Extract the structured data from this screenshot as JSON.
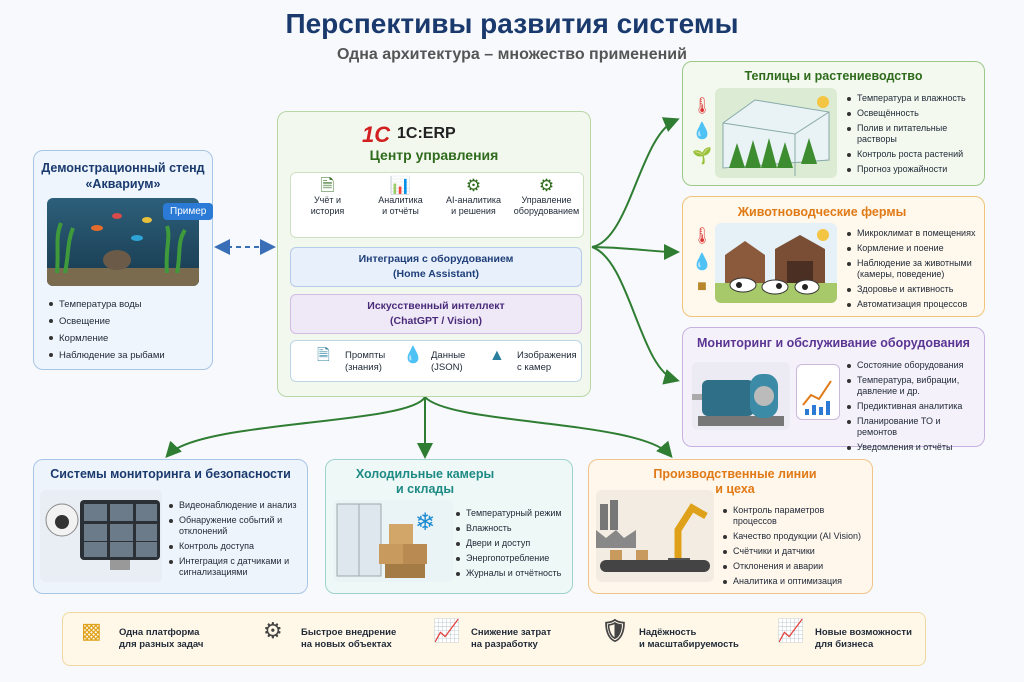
{
  "header": {
    "title": "Перспективы развития системы",
    "subtitle": "Одна архитектура – множество применений"
  },
  "center": {
    "logo": "1С",
    "product": "1С:ERP",
    "title": "Центр управления",
    "tiles": [
      {
        "label": "Учёт и\nистория",
        "icon": "document-icon"
      },
      {
        "label": "Аналитика\nи отчёты",
        "icon": "bar-chart-icon"
      },
      {
        "label": "AI-аналитика\nи решения",
        "icon": "gear-icon"
      },
      {
        "label": "Управление\nоборудованием",
        "icon": "gear-icon"
      }
    ],
    "integration": {
      "line1": "Интеграция с оборудованием",
      "line2": "(Home Assistant)"
    },
    "ai": {
      "line1": "Искусственный интеллект",
      "line2": "(ChatGPT / Vision)"
    },
    "inputs": [
      {
        "label": "Промпты\n(знания)",
        "icon": "document-icon"
      },
      {
        "label": "Данные\n(JSON)",
        "icon": "droplet-icon"
      },
      {
        "label": "Изображения\nс камер",
        "icon": "image-icon"
      }
    ]
  },
  "demo": {
    "title_line1": "Демонстрационный стенд",
    "title_line2": "«Аквариум»",
    "badge": "Пример",
    "items": [
      "Температура воды",
      "Освещение",
      "Кормление",
      "Наблюдение за рыбами"
    ]
  },
  "greenhouse": {
    "title": "Теплицы и растениеводство",
    "items": [
      "Температура и влажность",
      "Освещённость",
      "Полив и питательные растворы",
      "Контроль роста растений",
      "Прогноз урожайности"
    ]
  },
  "livestock": {
    "title": "Животноводческие фермы",
    "items": [
      "Микроклимат в помещениях",
      "Кормление и поение",
      "Наблюдение за животными (камеры, поведение)",
      "Здоровье и активность",
      "Автоматизация процессов"
    ]
  },
  "monitoring_equipment": {
    "title": "Мониторинг и обслуживание оборудования",
    "items": [
      "Состояние оборудования",
      "Температура, вибрации, давление и др.",
      "Предиктивная аналитика",
      "Планирование ТО и ремонтов",
      "Уведомления и отчёты"
    ]
  },
  "security": {
    "title": "Системы мониторинга и безопасности",
    "items": [
      "Видеонаблюдение и анализ",
      "Обнаружение событий и отклонений",
      "Контроль доступа",
      "Интеграция с датчиками и сигнализациями"
    ]
  },
  "cold": {
    "title_line1": "Холодильные камеры",
    "title_line2": "и склады",
    "items": [
      "Температурный режим",
      "Влажность",
      "Двери и доступ",
      "Энергопотребление",
      "Журналы и отчётность"
    ]
  },
  "production": {
    "title_line1": "Производственные линии",
    "title_line2": "и цеха",
    "items": [
      "Контроль параметров процессов",
      "Качество продукции (AI Vision)",
      "Счётчики и датчики",
      "Отклонения и аварии",
      "Аналитика и оптимизация"
    ]
  },
  "benefits": [
    {
      "label": "Одна платформа\nдля разных задач",
      "icon": "puzzle-icon"
    },
    {
      "label": "Быстрое внедрение\nна новых объектах",
      "icon": "gears-icon"
    },
    {
      "label": "Снижение затрат\nна разработку",
      "icon": "chart-icon"
    },
    {
      "label": "Надёжность\nи масштабируемость",
      "icon": "shield-check-icon"
    },
    {
      "label": "Новые возможности\nдля бизнеса",
      "icon": "growth-chart-icon"
    }
  ],
  "colors": {
    "green": "#2f7d32",
    "orange": "#e07a16",
    "purple": "#6a3fa0",
    "blue": "#1a3a6e",
    "teal": "#1e8a84"
  }
}
